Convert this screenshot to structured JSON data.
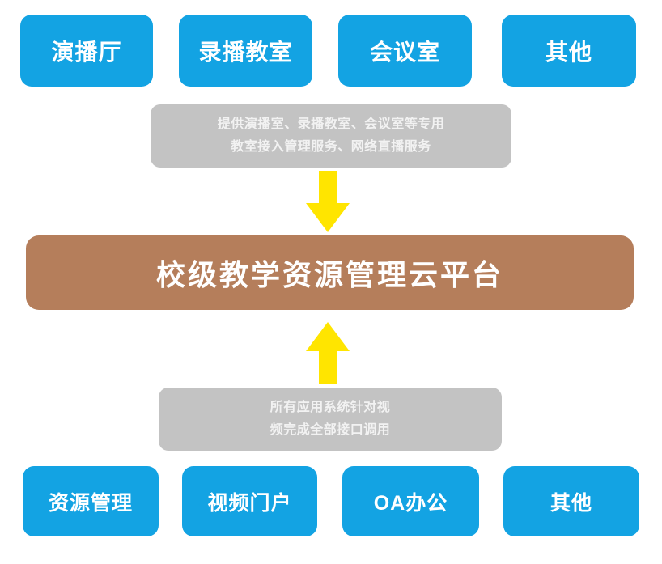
{
  "diagram": {
    "title_node": {
      "label": "校级教学资源管理云平台",
      "color": "#B57E5B",
      "text_color": "#FFFFFF"
    },
    "top_row": {
      "color": "#13A3E3",
      "items": [
        {
          "label": "演播厅"
        },
        {
          "label": "录播教室"
        },
        {
          "label": "会议室"
        },
        {
          "label": "其他"
        }
      ]
    },
    "bottom_row": {
      "color": "#13A3E3",
      "items": [
        {
          "label": "资源管理"
        },
        {
          "label": "视频门户"
        },
        {
          "label": "OA办公"
        },
        {
          "label": "其他"
        }
      ]
    },
    "top_note": {
      "color": "#C3C3C3",
      "text_color": "#F2F2F2",
      "line1": "提供演播室、录播教室、会议室等专用",
      "line2": "教室接入管理服务、网络直播服务"
    },
    "bottom_note": {
      "color": "#C3C3C3",
      "text_color": "#F2F2F2",
      "line1": "所有应用系统针对视",
      "line2": "频完成全部接口调用"
    },
    "arrows": {
      "color": "#FFE500",
      "down": {
        "direction": "down",
        "name": "arrow-down-icon"
      },
      "up": {
        "direction": "up",
        "name": "arrow-up-icon"
      }
    }
  }
}
